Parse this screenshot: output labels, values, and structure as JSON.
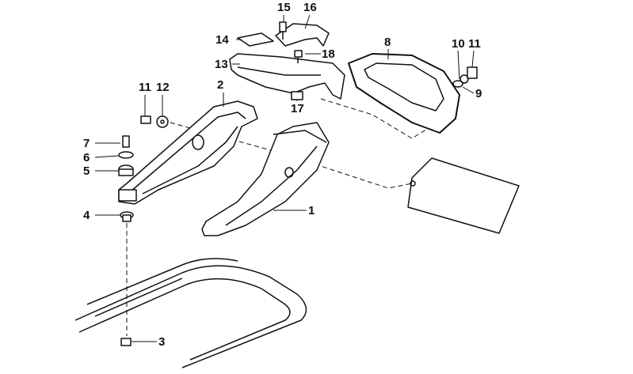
{
  "diagram": {
    "callouts": [
      {
        "id": "c15",
        "text": "15"
      },
      {
        "id": "c16",
        "text": "16"
      },
      {
        "id": "c14",
        "text": "14"
      },
      {
        "id": "c13",
        "text": "13"
      },
      {
        "id": "c18",
        "text": "18"
      },
      {
        "id": "c17",
        "text": "17"
      },
      {
        "id": "c8",
        "text": "8"
      },
      {
        "id": "c10",
        "text": "10"
      },
      {
        "id": "c11a",
        "text": "11"
      },
      {
        "id": "c9",
        "text": "9"
      },
      {
        "id": "c11b",
        "text": "11"
      },
      {
        "id": "c12",
        "text": "12"
      },
      {
        "id": "c2",
        "text": "2"
      },
      {
        "id": "c7",
        "text": "7"
      },
      {
        "id": "c6",
        "text": "6"
      },
      {
        "id": "c5",
        "text": "5"
      },
      {
        "id": "c4",
        "text": "4"
      },
      {
        "id": "c1",
        "text": "1"
      },
      {
        "id": "c3",
        "text": "3"
      }
    ],
    "colors": {
      "ink": "#111111",
      "background": "#ffffff"
    }
  }
}
